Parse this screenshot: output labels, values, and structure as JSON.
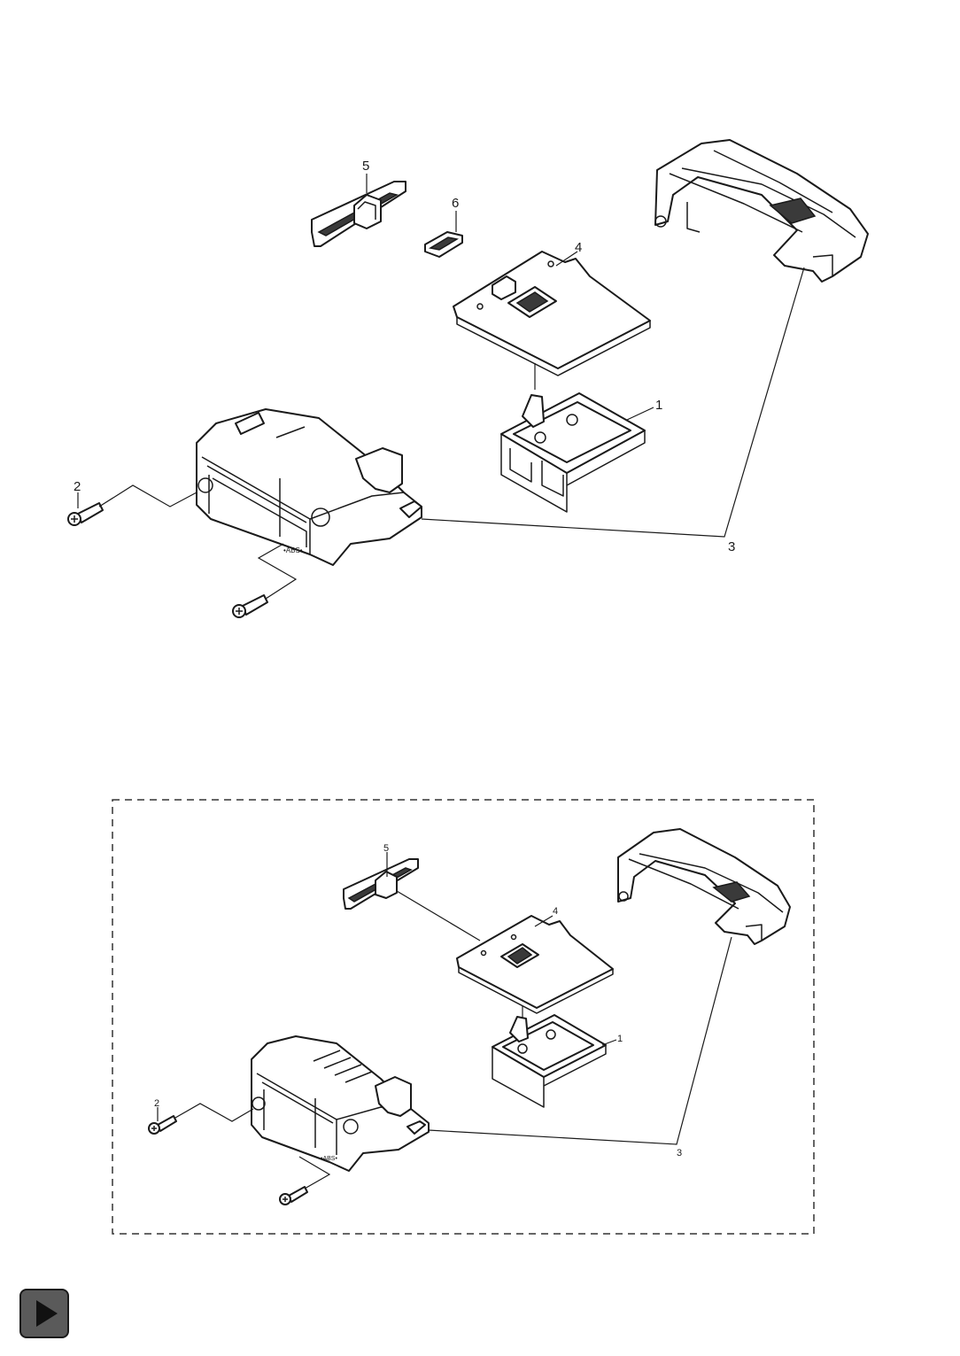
{
  "top_diagram": {
    "callouts": [
      "1",
      "2",
      "3",
      "4",
      "5",
      "6"
    ]
  },
  "bottom_diagram": {
    "callouts": [
      "1",
      "2",
      "3",
      "4",
      "5"
    ]
  },
  "parts": {
    "housing_marking_top": "•ABS•",
    "housing_marking_bottom": "•ABS•"
  },
  "nav": {
    "play_icon": "play-icon"
  }
}
